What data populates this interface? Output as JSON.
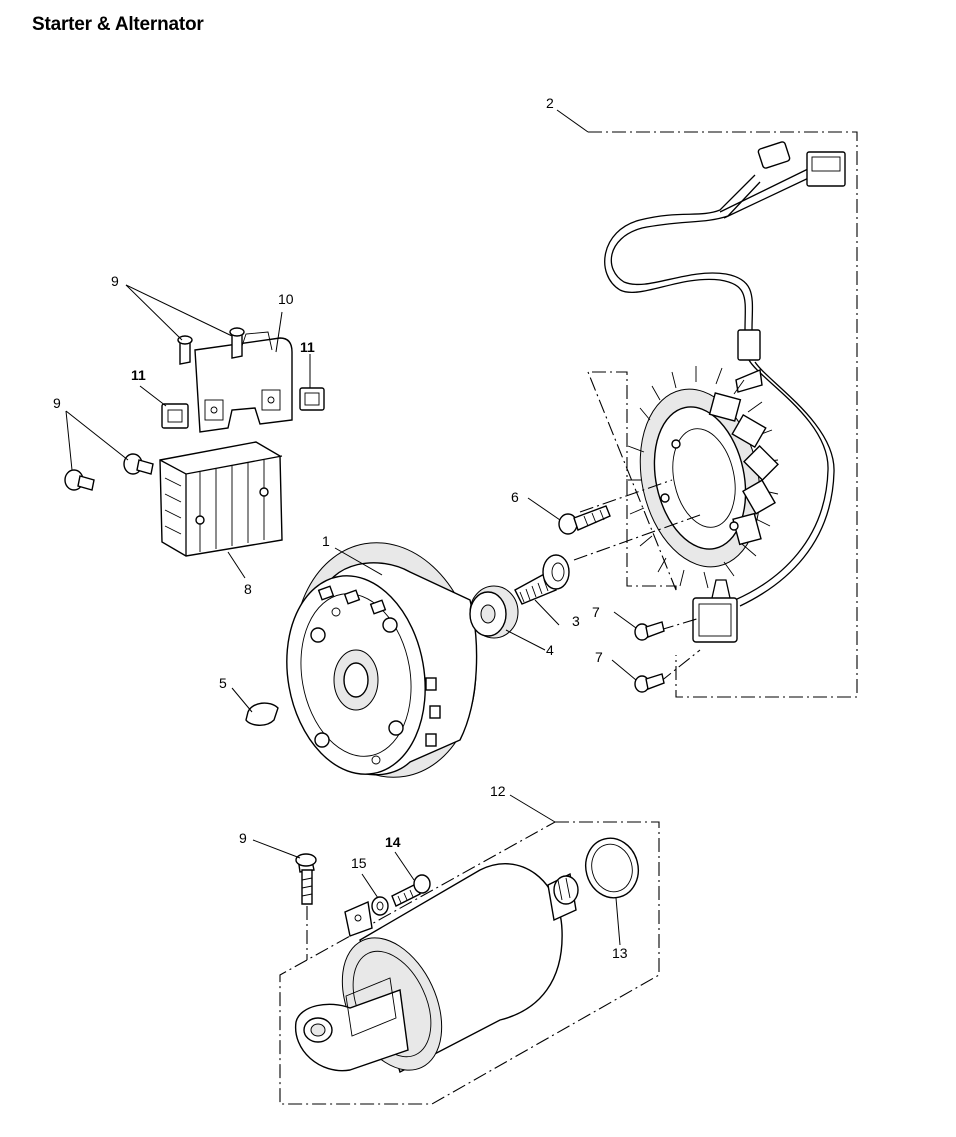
{
  "title": "Starter & Alternator",
  "callouts": {
    "c1": "1",
    "c2": "2",
    "c3": "3",
    "c4": "4",
    "c5": "5",
    "c6": "6",
    "c7a": "7",
    "c7b": "7",
    "c8": "8",
    "c9a": "9",
    "c9b": "9",
    "c9c": "9",
    "c10": "10",
    "c11a": "11",
    "c11b": "11",
    "c12": "12",
    "c13": "13",
    "c14": "14",
    "c15": "15"
  }
}
